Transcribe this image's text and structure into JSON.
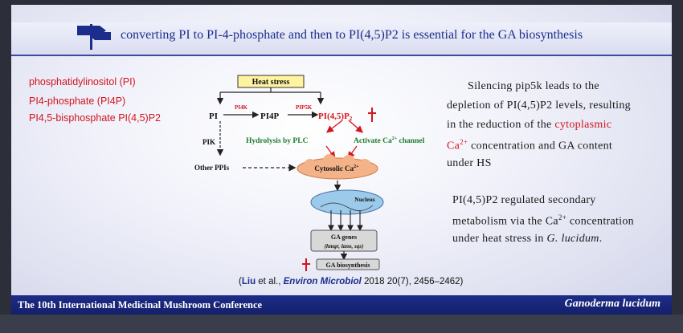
{
  "title": "converting PI to PI-4-phosphate and then to PI(4,5)P2 is essential for the GA biosynthesis",
  "definitions": [
    "phosphatidylinositol (PI)",
    "PI4-phosphate (PI4P)",
    "PI4,5-bisphosphate  PI(4,5)P2"
  ],
  "diagram": {
    "heat_stress": "Heat stress",
    "pi": "PI",
    "pi4k": "PI4K",
    "pi4p": "PI4P",
    "pip5k": "PIP5K",
    "pip2": "PI(4,5)P",
    "pip2_sub": "2",
    "hydrolysis": "Hydrolysis by PLC",
    "activate": "Activate Ca",
    "activate_sup": "2+",
    "activate_tail": " channel",
    "pik": "PIK",
    "other": "Other PPIs",
    "cytosolic": "Cytosolic  Ca",
    "cytosolic_sup": "2+",
    "nucleus": "Nucleus",
    "ga_genes": "GA genes",
    "ga_genes_sub": "(hmgr, lano, sqs)",
    "ga_bio": "GA biosynthesis",
    "red_color": "#d4141e",
    "green_color": "#1a7a2c"
  },
  "para1": {
    "l1": "Silencing pip5k leads to the",
    "l2": "depletion of PI(4,5)P2 levels, resulting",
    "l3a": "in the reduction of the ",
    "l3b": "cytoplasmic",
    "l4a": "Ca",
    "l4sup": "2+",
    "l4b": " concentration and GA content",
    "l5": "under HS"
  },
  "para2": {
    "l1": "PI(4,5)P2 regulated secondary",
    "l2a": "metabolism via the Ca",
    "l2sup": "2+",
    "l2b": " concentration",
    "l3a": "under heat stress in ",
    "l3b": "G. lucidum",
    "l3c": "."
  },
  "citation": {
    "author": "Liu",
    "etal": " et al., ",
    "journal": "Environ Microbiol",
    "rest": " 2018 20(7), 2456–2462)",
    "open": "("
  },
  "footer": {
    "left": "The 10th International Medicinal Mushroom Conference",
    "right": "Ganoderma   lucidum"
  }
}
